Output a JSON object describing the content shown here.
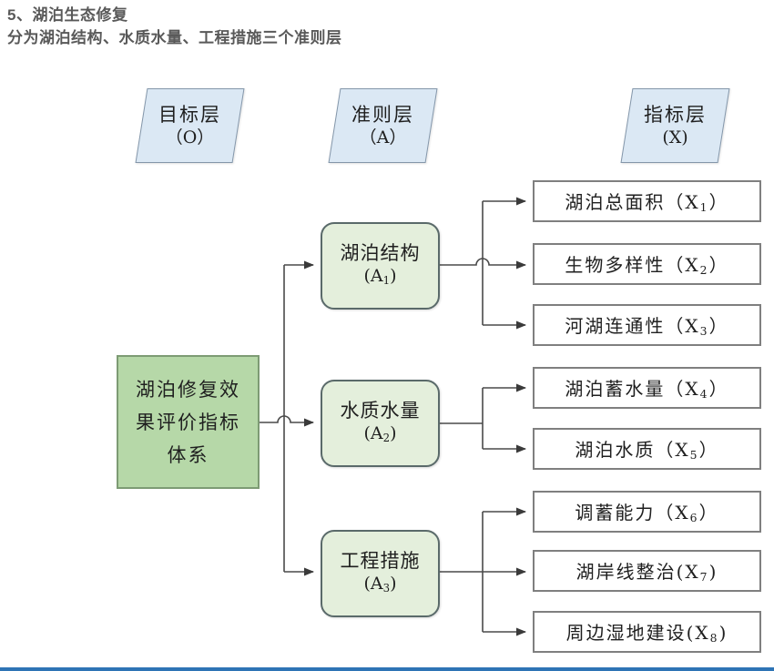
{
  "heading": {
    "line1": "5、湖泊生态修复",
    "line2": "分为湖泊结构、水质水量、工程措施三个准则层"
  },
  "layer_headers": [
    {
      "name": "目标层",
      "code": "（O）"
    },
    {
      "name": "准则层",
      "code": "（A）"
    },
    {
      "name": "指标层",
      "code": "(X)"
    }
  ],
  "goal": {
    "lines": [
      "湖泊修复效",
      "果评价指标",
      "体系"
    ]
  },
  "criteria": [
    {
      "title": "湖泊结构",
      "code_pre": "(A",
      "code_sub": "1",
      "code_post": ")"
    },
    {
      "title": "水质水量",
      "code_pre": "(A",
      "code_sub": "2",
      "code_post": ")"
    },
    {
      "title": "工程措施",
      "code_pre": "(A",
      "code_sub": "3",
      "code_post": ")"
    }
  ],
  "indicators": [
    {
      "pre": "湖泊总面积（X",
      "sub": "1",
      "post": "）"
    },
    {
      "pre": "生物多样性（X",
      "sub": "2",
      "post": "）"
    },
    {
      "pre": "河湖连通性（X",
      "sub": "3",
      "post": "）"
    },
    {
      "pre": "湖泊蓄水量（X",
      "sub": "4",
      "post": "）"
    },
    {
      "pre": "湖泊水质（X",
      "sub": "5",
      "post": "）"
    },
    {
      "pre": "调蓄能力（X",
      "sub": "6",
      "post": "）"
    },
    {
      "pre": "湖岸线整治(X",
      "sub": "7",
      "post": ")"
    },
    {
      "pre": "周边湿地建设(X",
      "sub": "8",
      "post": ")"
    }
  ],
  "colors": {
    "heading_text": "#595959",
    "parallelogram_fill": "#dbe8f4",
    "goal_fill": "#b6d8a8",
    "criteria_fill": "#e4efdc",
    "indicator_fill": "#ffffff",
    "connector": "#4a4a4a",
    "bottom_rule": "#2e74b5"
  }
}
